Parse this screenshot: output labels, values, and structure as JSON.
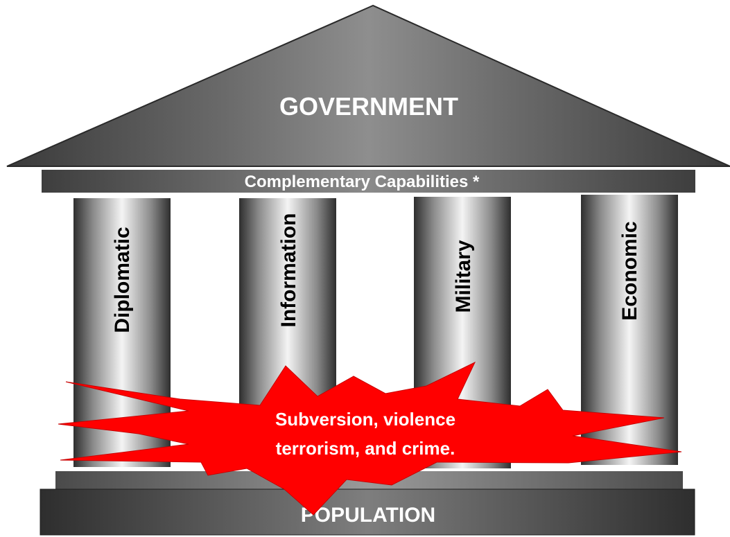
{
  "roof": {
    "label": "GOVERNMENT"
  },
  "band": {
    "label": "Complementary Capabilities *"
  },
  "pillars": [
    {
      "label": "Diplomatic"
    },
    {
      "label": "Information"
    },
    {
      "label": "Military"
    },
    {
      "label": "Economic"
    }
  ],
  "threat": {
    "line1": "Subversion, violence",
    "line2": "terrorism, and crime."
  },
  "base": {
    "label": "POPULATION"
  },
  "colors": {
    "threat_burst": "#ff0000",
    "text_light": "#ffffff",
    "text_dark": "#000000"
  }
}
